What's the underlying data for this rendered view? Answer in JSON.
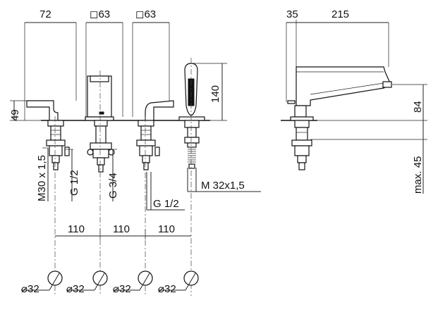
{
  "dims": {
    "w72": "72",
    "sq63a": "◻63",
    "sq63b": "◻63",
    "h49": "49",
    "h140": "140",
    "w35": "35",
    "w215": "215",
    "h84": "84",
    "max45": "max. 45",
    "m30": "M30 x 1,5",
    "g12a": "G 1/2",
    "g34": "G 3/4",
    "g12b": "G 1/2",
    "m32": "M 32x1,5",
    "s110a": "110",
    "s110b": "110",
    "s110c": "110",
    "d32a": "⌀32",
    "d32b": "⌀32",
    "d32c": "⌀32",
    "d32d": "⌀32"
  }
}
